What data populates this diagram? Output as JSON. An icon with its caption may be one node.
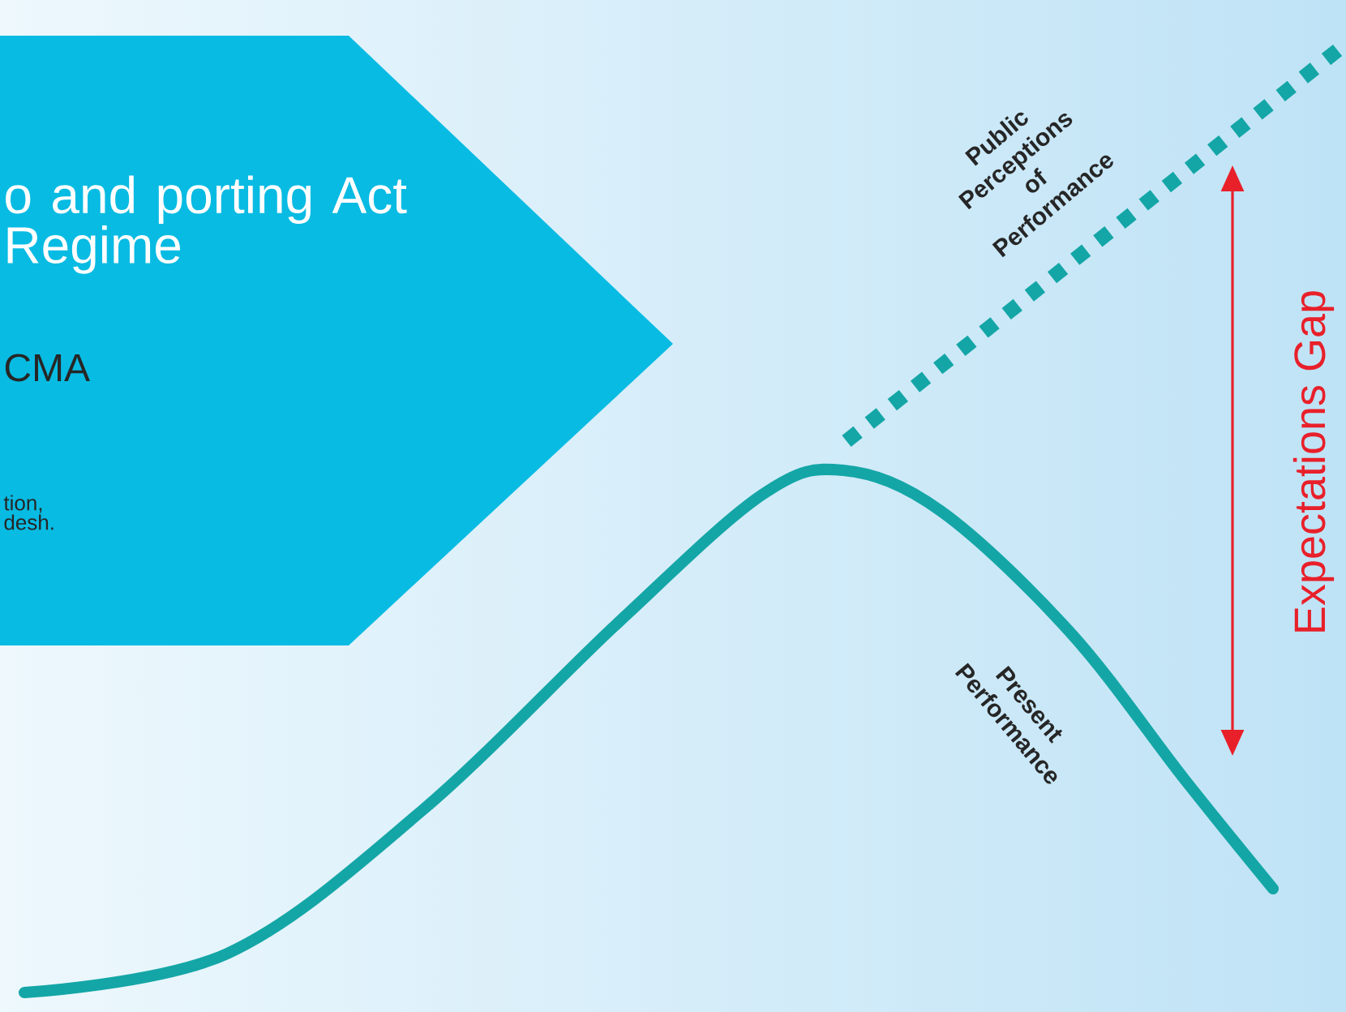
{
  "diagram": {
    "nodes": [
      {
        "text": [
          "o and porting Act Regime",
          "CMA",
          "tion, desh."
        ]
      }
    ],
    "labels": [
      "Public Perceptions of Performance",
      "Expectations Gap",
      "Present Performance"
    ]
  }
}
